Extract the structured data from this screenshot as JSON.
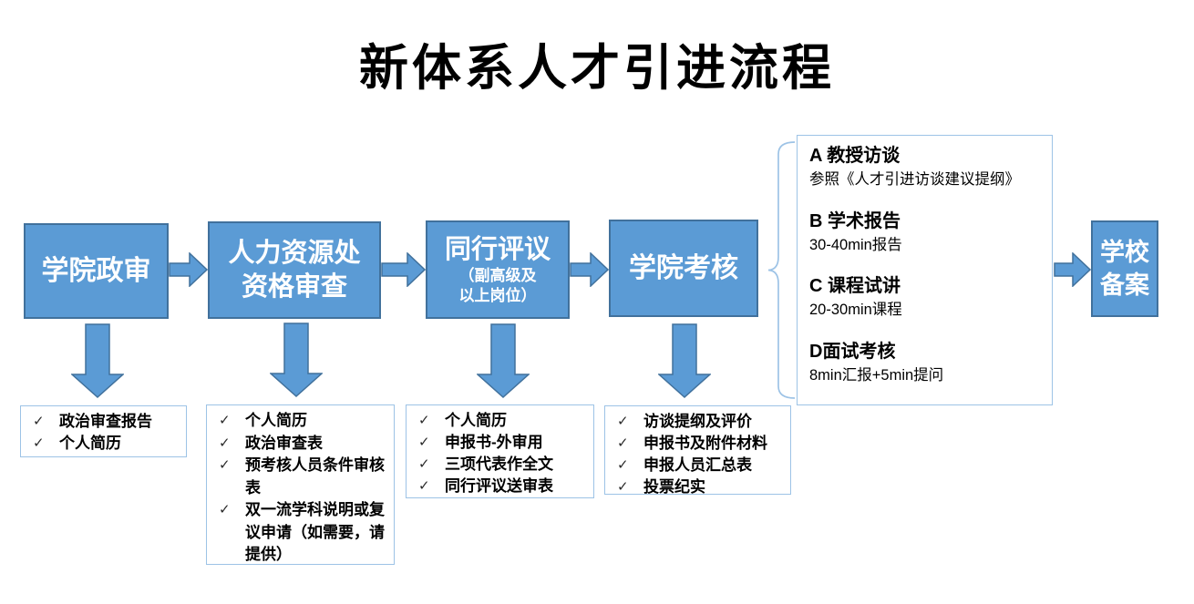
{
  "title": "新体系人才引进流程",
  "check_glyph": "✓",
  "colors": {
    "box_fill": "#5B9BD5",
    "box_border": "#41719C",
    "light_border": "#9DC3E6"
  },
  "steps": [
    {
      "label": "学院政审"
    },
    {
      "label_lines": [
        "人力资源处",
        "资格审查"
      ]
    },
    {
      "label": "同行评议",
      "sub_lines": [
        "（副高级及",
        "以上岗位）"
      ]
    },
    {
      "label": "学院考核"
    },
    {
      "label_lines": [
        "学校",
        "备案"
      ]
    }
  ],
  "checklists": [
    {
      "items": [
        "政治审查报告",
        "个人简历"
      ]
    },
    {
      "items": [
        "个人简历",
        "政治审查表",
        "预考核人员条件审核表",
        "双一流学科说明或复议申请（如需要，请提供）"
      ]
    },
    {
      "items": [
        "个人简历",
        "申报书-外审用",
        "三项代表作全文",
        "同行评议送审表"
      ]
    },
    {
      "items": [
        "访谈提纲及评价",
        "申报书及附件材料",
        "申报人员汇总表",
        "投票纪实"
      ]
    }
  ],
  "assessment_detail": {
    "groups": [
      {
        "heading": "A 教授访谈",
        "desc": "参照《人才引进访谈建议提纲》"
      },
      {
        "heading": "B 学术报告",
        "desc": "30-40min报告"
      },
      {
        "heading": "C 课程试讲",
        "desc": "20-30min课程"
      },
      {
        "heading": "D面试考核",
        "desc": "8min汇报+5min提问"
      }
    ]
  }
}
